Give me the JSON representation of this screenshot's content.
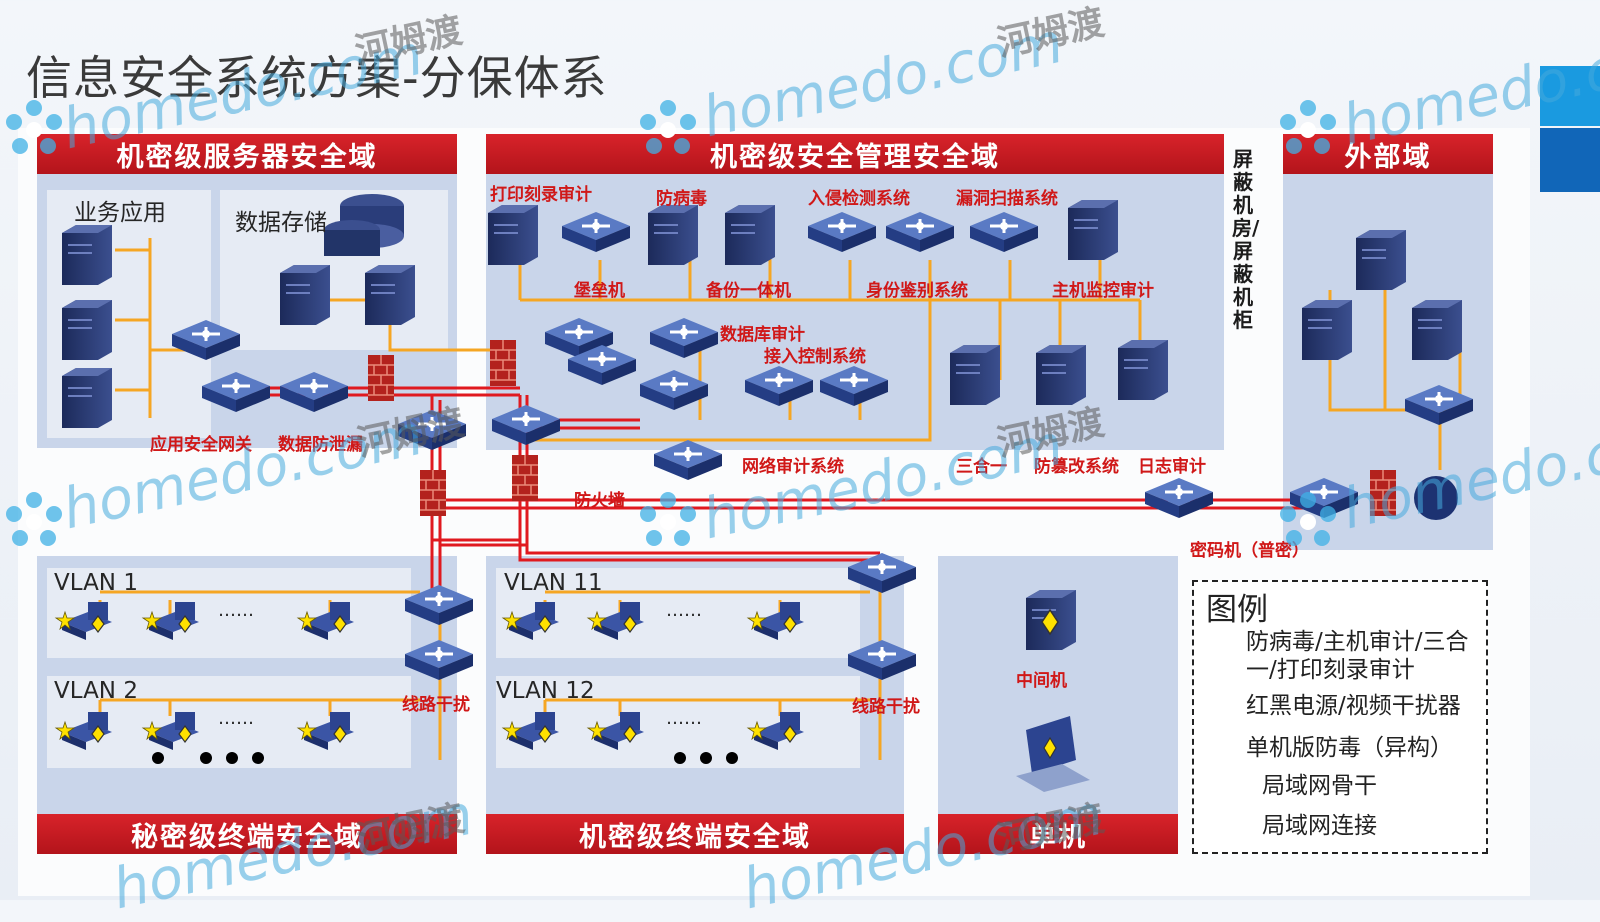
{
  "title": "信息安全系统方案-分保体系",
  "zones": {
    "server": "机密级服务器安全域",
    "mgmt": "机密级安全管理安全域",
    "external": "外部域",
    "secret_terminal": "秘密级终端安全域",
    "classified_terminal": "机密级终端安全域",
    "standalone": "单机"
  },
  "shield_label": "屏蔽机房/屏蔽机柜",
  "labels": {
    "business_app": "业务应用",
    "data_storage": "数据存储",
    "print_audit": "打印刻录审计",
    "antivirus": "防病毒",
    "ids": "入侵检测系统",
    "vuln_scan": "漏洞扫描系统",
    "bastion": "堡垒机",
    "backup": "备份一体机",
    "identity": "身份鉴别系统",
    "host_audit": "主机监控审计",
    "db_audit": "数据库审计",
    "access_ctrl": "接入控制系统",
    "app_gateway": "应用安全网关",
    "dlp": "数据防泄漏",
    "net_audit": "网络审计系统",
    "three_in_one": "三合一",
    "anti_tamper": "防篡改系统",
    "log_audit": "日志审计",
    "firewall": "防火墙",
    "crypto": "密码机（普密）",
    "vlan1": "VLAN 1",
    "vlan2": "VLAN 2",
    "vlan11": "VLAN 11",
    "vlan12": "VLAN 12",
    "line_jam_left": "线路干扰",
    "line_jam_right": "线路干扰",
    "middle": "中间机",
    "dots": "……"
  },
  "legend": {
    "title": "图例",
    "items": [
      "防病毒/主机审计/三合一/打印刻录审计",
      "红黑电源/视频干扰器",
      "单机版防毒（异构）",
      "局域网骨干",
      "局域网连接"
    ]
  },
  "watermark": {
    "en": "homedo.com",
    "cn": "河姆渡"
  },
  "colors": {
    "backbone": "#e0191f",
    "connection": "#f5a623",
    "zone_bar": "#c8161d",
    "zone_bg": "#c9d5ea"
  }
}
